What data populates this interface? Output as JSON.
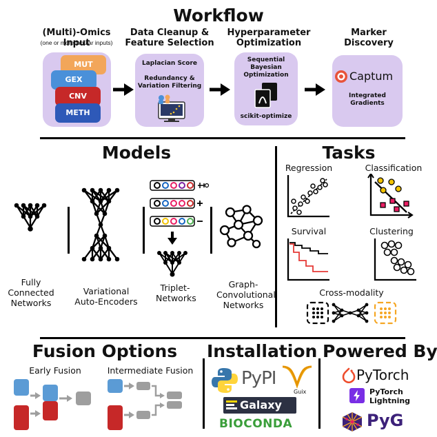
{
  "workflow": {
    "title": "Workflow",
    "steps": [
      {
        "title": "(Multi)-Omics Input",
        "subtitle": "(one or more tabular inputs)"
      },
      {
        "title": "Data Cleanup & Feature Selection",
        "lines": [
          "Laplacian Score",
          "Redundancy & Variation Filtering"
        ]
      },
      {
        "title": "Hyperparameter Optimization",
        "lines": [
          "Sequential Bayesian Optimization",
          "scikit-optimize"
        ]
      },
      {
        "title": "Marker Discovery",
        "lines": [
          "Captum",
          "Integrated Gradients"
        ]
      }
    ],
    "omics": [
      {
        "label": "MUT",
        "color": "#f2a65a"
      },
      {
        "label": "GEX",
        "color": "#4a90d9"
      },
      {
        "label": "CNV",
        "color": "#c62828"
      },
      {
        "label": "METH",
        "color": "#2e59b8"
      }
    ]
  },
  "models": {
    "title": "Models",
    "items": [
      "Fully Connected Networks",
      "Variational Auto-Encoders",
      "Triplet-Networks",
      "Graph-Convolutional Networks"
    ]
  },
  "tasks": {
    "title": "Tasks",
    "items": [
      "Regression",
      "Classification",
      "Survival",
      "Clustering",
      "Cross-modality"
    ]
  },
  "fusion": {
    "title": "Fusion Options",
    "early": "Early Fusion",
    "intermediate": "Intermediate Fusion"
  },
  "installation": {
    "title": "Installation",
    "pypi": "PyPI",
    "guix": "Guix",
    "galaxy": "Galaxy",
    "bioconda": "BIOCONDA"
  },
  "powered": {
    "title": "Powered By",
    "pytorch": "PyTorch",
    "lightning": "PyTorch Lightning",
    "pyg": "PyG"
  },
  "colors": {
    "panel": "#d9c9ef",
    "red": "#c62828",
    "blue": "#5b9bd5",
    "grey": "#9e9e9e",
    "captum": "#e8533a",
    "pytorch": "#ee4c2c",
    "lightning": "#792ee5",
    "bioconda": "#3a9e3a"
  }
}
